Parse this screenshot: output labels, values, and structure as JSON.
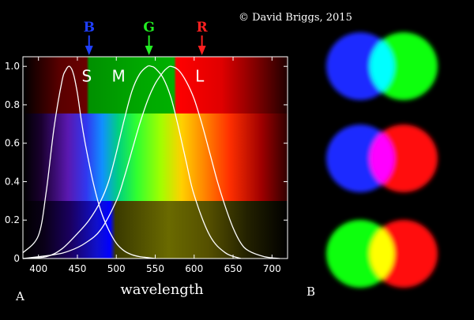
{
  "copyright": "© David Briggs, 2015",
  "panel_a_label": "A",
  "panel_b_label": "B",
  "chart_data": {
    "type": "line",
    "xlabel": "wavelength",
    "ylabel": "",
    "xlim": [
      380,
      720
    ],
    "ylim": [
      0,
      1.05
    ],
    "x_ticks": [
      400,
      450,
      500,
      550,
      600,
      650,
      700
    ],
    "y_ticks": [
      0,
      0.2,
      0.4,
      0.6,
      0.8,
      1.0
    ],
    "y_tick_labels": [
      "0",
      "0.2",
      "0.4",
      "0.6",
      "0.8",
      "1.0"
    ],
    "grid": false,
    "series": [
      {
        "name": "S",
        "color": "#ffffff",
        "x": [
          380,
          400,
          410,
          420,
          430,
          435,
          440,
          445,
          450,
          455,
          460,
          470,
          480,
          490,
          500,
          510,
          520,
          530,
          540,
          550
        ],
        "y": [
          0.03,
          0.12,
          0.35,
          0.68,
          0.92,
          0.98,
          1.0,
          0.96,
          0.86,
          0.72,
          0.6,
          0.4,
          0.25,
          0.15,
          0.08,
          0.04,
          0.02,
          0.01,
          0.005,
          0
        ]
      },
      {
        "name": "M",
        "color": "#ffffff",
        "x": [
          380,
          410,
          430,
          450,
          465,
          480,
          490,
          500,
          510,
          520,
          530,
          540,
          545,
          550,
          560,
          570,
          580,
          590,
          600,
          620,
          640,
          660
        ],
        "y": [
          0,
          0.01,
          0.05,
          0.13,
          0.2,
          0.3,
          0.4,
          0.55,
          0.72,
          0.87,
          0.96,
          1.0,
          1.0,
          0.99,
          0.94,
          0.84,
          0.68,
          0.5,
          0.33,
          0.12,
          0.03,
          0
        ]
      },
      {
        "name": "L",
        "color": "#ffffff",
        "x": [
          380,
          420,
          440,
          460,
          480,
          500,
          510,
          520,
          530,
          540,
          550,
          560,
          565,
          570,
          580,
          590,
          600,
          610,
          620,
          630,
          640,
          650,
          660,
          670,
          690,
          710
        ],
        "y": [
          0,
          0.02,
          0.04,
          0.08,
          0.15,
          0.3,
          0.42,
          0.56,
          0.7,
          0.82,
          0.91,
          0.97,
          0.99,
          1.0,
          0.98,
          0.92,
          0.83,
          0.7,
          0.55,
          0.4,
          0.27,
          0.16,
          0.08,
          0.04,
          0.01,
          0
        ]
      }
    ],
    "curve_labels": [
      {
        "text": "S",
        "x": 462,
        "y": 0.92
      },
      {
        "text": "M",
        "x": 503,
        "y": 0.92
      },
      {
        "text": "L",
        "x": 607,
        "y": 0.92
      }
    ],
    "markers": [
      {
        "label": "B",
        "color": "#1f3fff",
        "x": 465
      },
      {
        "label": "G",
        "color": "#22ee22",
        "x": 542
      },
      {
        "label": "R",
        "color": "#ff2020",
        "x": 610
      }
    ]
  },
  "venn_pairs": [
    {
      "left": "#1a2cff",
      "right": "#10ff10",
      "overlap": "#00ffff"
    },
    {
      "left": "#1a2cff",
      "right": "#ff1010",
      "overlap": "#ff00ff"
    },
    {
      "left": "#10ff10",
      "right": "#ff1010",
      "overlap": "#ffff00"
    }
  ]
}
